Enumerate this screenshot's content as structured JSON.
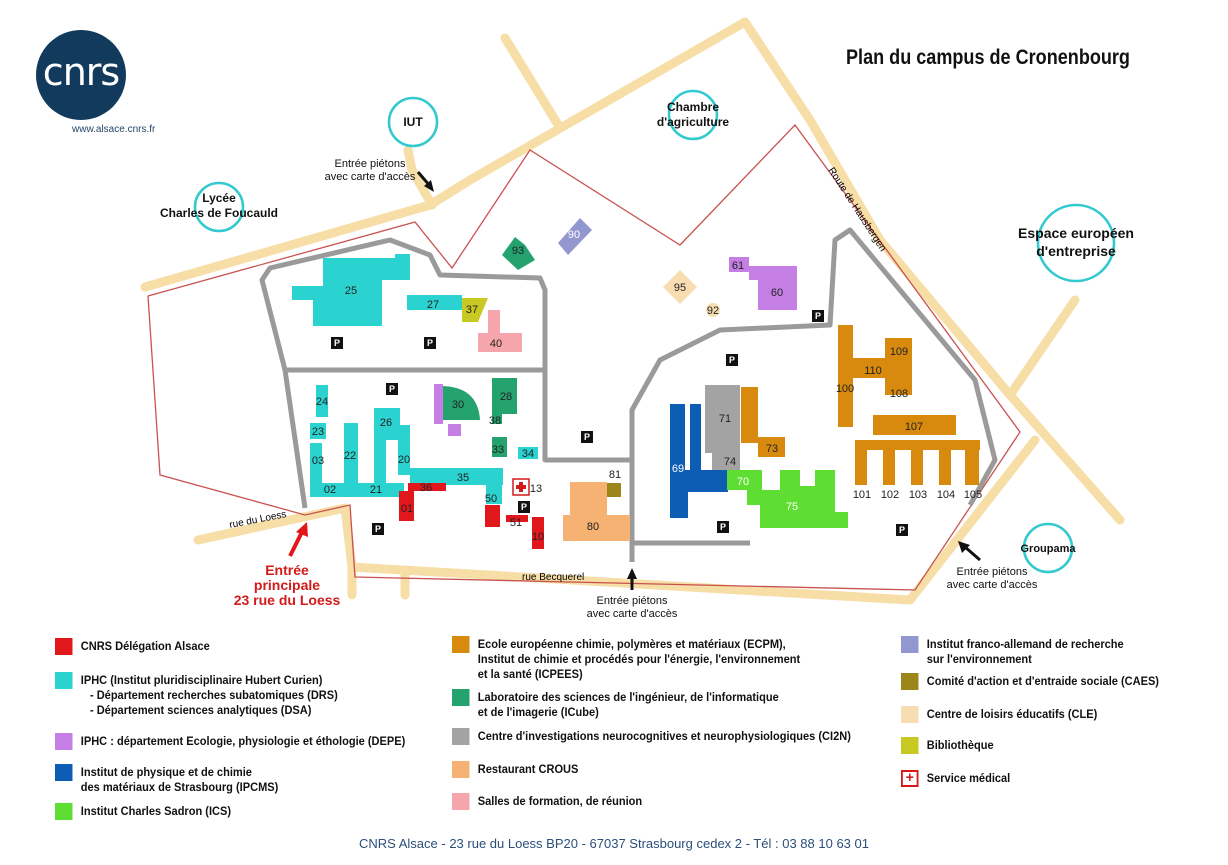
{
  "title": "Plan du campus de Cronenbourg",
  "logo": {
    "text": "cnrs",
    "url": "www.alsace.cnrs.fr"
  },
  "colors": {
    "road": "#f7dea6",
    "inner_road": "#9a9a9a",
    "boundary": "#c8524f",
    "cnrs": "#e0171b",
    "iphc": "#2bd3d0",
    "depe": "#c57ee3",
    "ipcms": "#0d5db5",
    "ics": "#5ede32",
    "ecpm": "#d88a0e",
    "icube": "#24a36f",
    "ci2n": "#a3a3a3",
    "crous": "#f6b272",
    "formation": "#f7a5ad",
    "ifare": "#9397cf",
    "caes": "#9c8619",
    "cle": "#f8ddb3",
    "biblio": "#c8c923",
    "medical": "#d21a1a",
    "poi_circle": "#32c9cf"
  },
  "places": {
    "iut": "IUT",
    "lycee_line1": "Lycée",
    "lycee_line2": "Charles de Foucauld",
    "chambre_line1": "Chambre",
    "chambre_line2": "d'agriculture",
    "espace_line1": "Espace européen",
    "espace_line2": "d'entreprise",
    "groupama": "Groupama"
  },
  "streets": {
    "loess": "rue du Loess",
    "becquerel": "rue Becquerel",
    "hausbergen": "Route de Hausbergen"
  },
  "entrances": {
    "main_line1": "Entrée principale",
    "main_line2": "23 rue du Loess",
    "pedestrian_line1": "Entrée piétons",
    "pedestrian_line2": "avec carte d'accès"
  },
  "parking_label": "P",
  "buildings": {
    "b25": "25",
    "b27": "27",
    "b37": "37",
    "b40": "40",
    "b93": "93",
    "b90": "90",
    "b95": "95",
    "b92": "92",
    "b61": "61",
    "b60": "60",
    "b24": "24",
    "b23": "23",
    "b03": "03",
    "b22": "22",
    "b26": "26",
    "b20": "20",
    "b02": "02",
    "b21": "21",
    "b36": "36",
    "b01": "01",
    "b30": "30",
    "b38": "38",
    "b28": "28",
    "b33": "33",
    "b34": "34",
    "b35": "35",
    "b50": "50",
    "b13": "13",
    "b51": "51",
    "b10": "10",
    "b81": "81",
    "b80": "80",
    "b69": "69",
    "b71": "71",
    "b74": "74",
    "b73": "73",
    "b70": "70",
    "b75": "75",
    "b100": "100",
    "b110": "110",
    "b109": "109",
    "b108": "108",
    "b107": "107",
    "b101": "101",
    "b102": "102",
    "b103": "103",
    "b104": "104",
    "b105": "105"
  },
  "legend": {
    "cnrs": "CNRS Délégation Alsace",
    "iphc_line1": "IPHC (Institut pluridisciplinaire Hubert Curien)",
    "iphc_line2": "- Département recherches subatomiques (DRS)",
    "iphc_line3": "- Département sciences analytiques (DSA)",
    "depe": "IPHC : département Ecologie, physiologie et éthologie (DEPE)",
    "ipcms_line1": "Institut de physique et de chimie",
    "ipcms_line2": "des matériaux de Strasbourg (IPCMS)",
    "ics": "Institut Charles Sadron (ICS)",
    "ecpm_line1": "Ecole européenne chimie, polymères et matériaux (ECPM),",
    "ecpm_line2": "Institut de chimie et procédés pour l'énergie, l'environnement",
    "ecpm_line3": "et la santé (ICPEES)",
    "icube_line1": "Laboratoire des sciences de l'ingénieur, de l'informatique",
    "icube_line2": "et de l'imagerie (ICube)",
    "ci2n": "Centre d'investigations neurocognitives et neurophysiologiques (CI2N)",
    "crous": "Restaurant CROUS",
    "formation": "Salles de formation, de réunion",
    "ifare_line1": "Institut franco-allemand de recherche",
    "ifare_line2": "sur l'environnement",
    "caes": "Comité d'action et d'entraide sociale (CAES)",
    "cle": "Centre de loisirs éducatifs (CLE)",
    "biblio": "Bibliothèque",
    "medical": "Service médical"
  },
  "footer": "CNRS Alsace - 23 rue du Loess BP20 - 67037 Strasbourg cedex 2 - Tél : 03 88 10 63 01"
}
